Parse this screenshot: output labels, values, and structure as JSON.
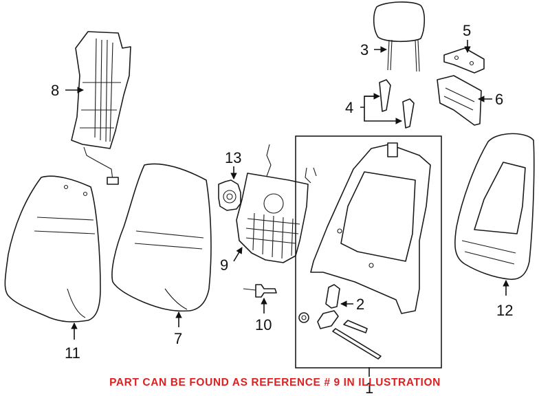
{
  "labels": {
    "p1": "1",
    "p2": "2",
    "p3": "3",
    "p4": "4",
    "p5": "5",
    "p6": "6",
    "p7": "7",
    "p8": "8",
    "p9": "9",
    "p10": "10",
    "p11": "11",
    "p12": "12",
    "p13": "13"
  },
  "note": "PART CAN BE FOUND AS REFERENCE # 9 IN ILLUSTRATION",
  "colors": {
    "note": "#e02020",
    "line": "#1a1a1a",
    "background": "#ffffff"
  }
}
